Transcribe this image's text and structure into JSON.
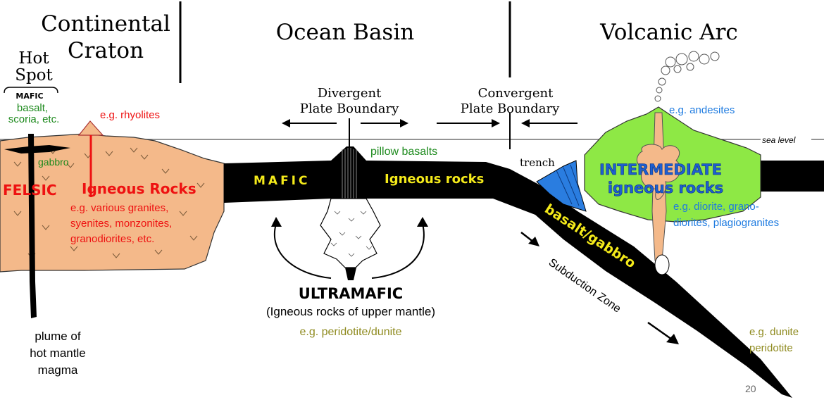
{
  "colors": {
    "felsic_fill": "#f4b98a",
    "mafic_black": "#000000",
    "intermediate_fill": "#8ee845",
    "red_text": "#ee1111",
    "green_text": "#1d8a1d",
    "blue_text": "#1e7be0",
    "olive_text": "#8e8a1e",
    "yellow_text": "#f4ea1a",
    "trench_blue": "#2a7de0"
  },
  "headers": {
    "craton_line1": "Continental",
    "craton_line2": "Craton",
    "ocean": "Ocean Basin",
    "arc": "Volcanic Arc"
  },
  "hotspot": {
    "line1": "Hot",
    "line2": "Spot",
    "mafic": "MAFIC",
    "basalt": "basalt,",
    "scoria": "scoria, etc.",
    "gabbro": "gabbro",
    "plume1": "plume of",
    "plume2": "hot mantle",
    "plume3": "magma"
  },
  "felsic": {
    "title1": "FELSIC",
    "title2": "Igneous Rocks",
    "rhyolites": "e.g. rhyolites",
    "ex1": "e.g. various granites,",
    "ex2": "syenites, monzonites,",
    "ex3": "granodiorites, etc."
  },
  "ocean": {
    "divergent1": "Divergent",
    "divergent2": "Plate Boundary",
    "convergent1": "Convergent",
    "convergent2": "Plate Boundary",
    "pillow": "pillow basalts",
    "mafic": "MAFIC",
    "igneous": "Igneous rocks",
    "ultramafic": "ULTRAMAFIC",
    "ultra_desc": "(Igneous rocks of upper mantle)",
    "ultra_eg": "e.g. peridotite/dunite"
  },
  "arc": {
    "andesites": "e.g. andesites",
    "sea_level": "sea level",
    "trench": "trench",
    "intermediate1": "INTERMEDIATE",
    "intermediate2": "igneous rocks",
    "diorite1": "e.g. diorite, grano-",
    "diorite2": "diorites, plagiogranites",
    "slab": "basalt/gabbro",
    "subduction": "Subduction Zone",
    "dunite1": "e.g. dunite",
    "dunite2": "peridotite"
  },
  "page_number": "20"
}
